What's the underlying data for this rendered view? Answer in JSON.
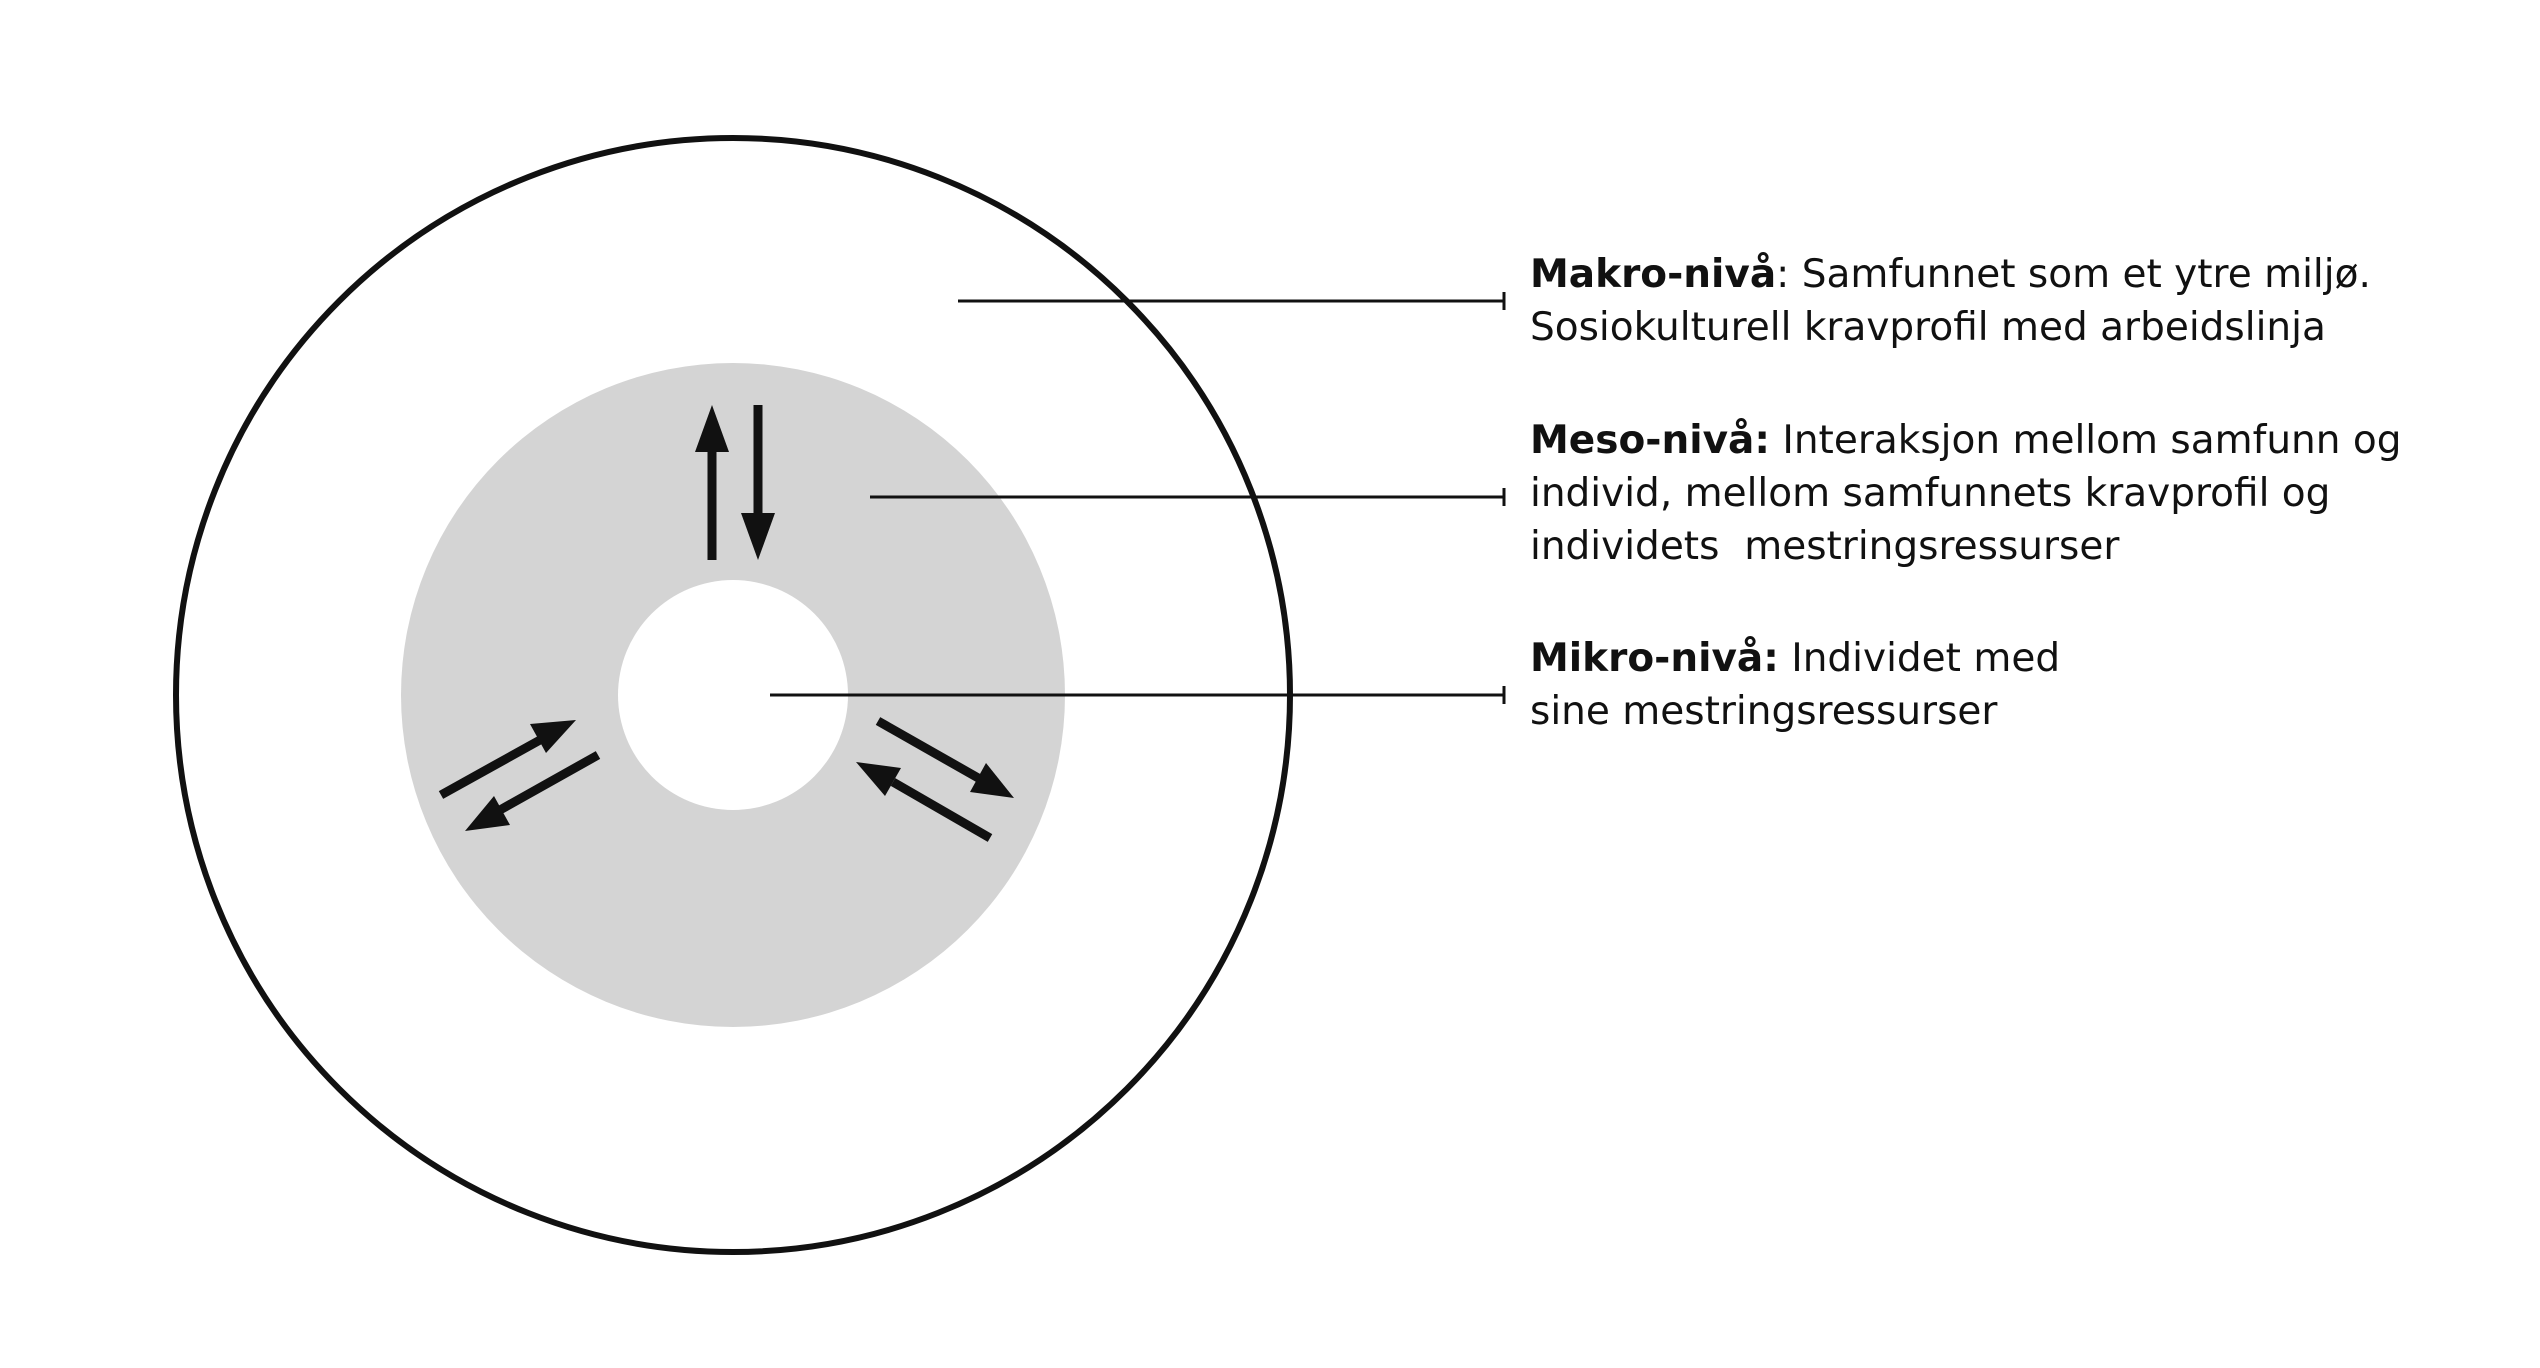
{
  "colors": {
    "stroke": "#111111",
    "meso_fill": "#d4d4d4",
    "background": "#ffffff"
  },
  "levels": [
    {
      "id": "makro",
      "title": "Makro-nivå",
      "separator": ":",
      "lines": [
        " Samfunnet som et ytre miljø.",
        "Sosiokulturell kravprofil med arbeidslinja"
      ]
    },
    {
      "id": "meso",
      "title": "Meso-nivå:",
      "separator": "",
      "lines": [
        " Interaksjon mellom samfunn og",
        "individ, mellom samfunnets kravprofil og",
        "individets  mestringsressurser"
      ]
    },
    {
      "id": "mikro",
      "title": "Mikro-nivå:",
      "separator": "",
      "lines": [
        " Individet med",
        "sine mestringsressurser"
      ]
    }
  ]
}
